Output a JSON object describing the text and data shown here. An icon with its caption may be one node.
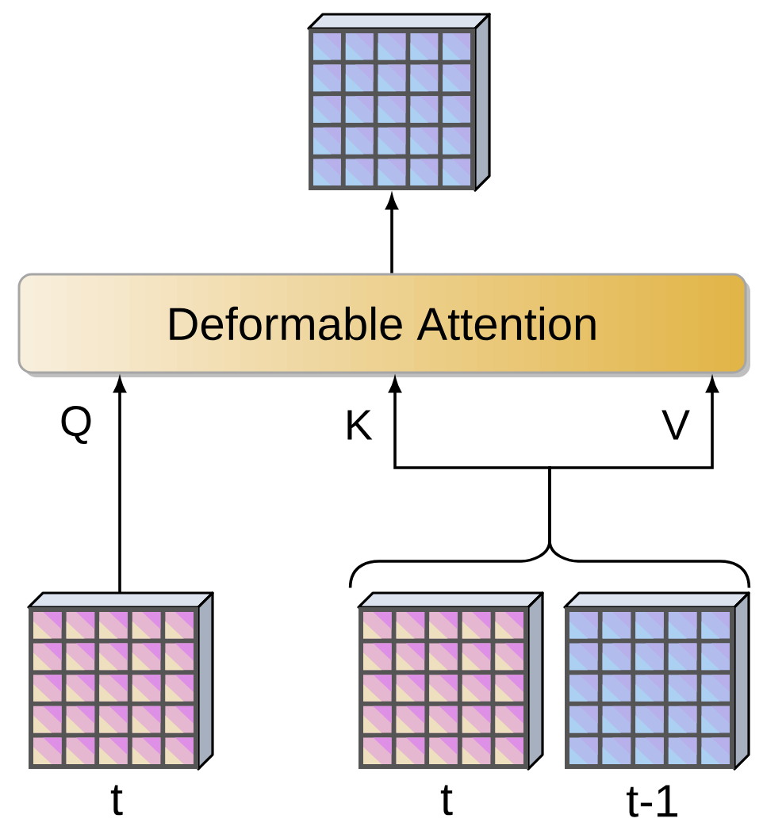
{
  "diagram": {
    "nodes": [
      {
        "text": [
          "Deformable Attention"
        ]
      },
      {
        "text": [],
        "shape": "box"
      },
      {
        "text": [
          "t"
        ]
      },
      {
        "text": [
          "t"
        ]
      },
      {
        "text": [
          "t-1"
        ]
      }
    ],
    "edges": [
      {
        "from": 2,
        "to": 0,
        "arrow": "to",
        "label": "Q"
      },
      {
        "from": 3,
        "to": 0,
        "arrow": "to",
        "label": "K"
      },
      {
        "from": 4,
        "to": 0,
        "arrow": "to",
        "label": "V"
      },
      {
        "from": 0,
        "to": 1,
        "arrow": "to"
      }
    ]
  }
}
